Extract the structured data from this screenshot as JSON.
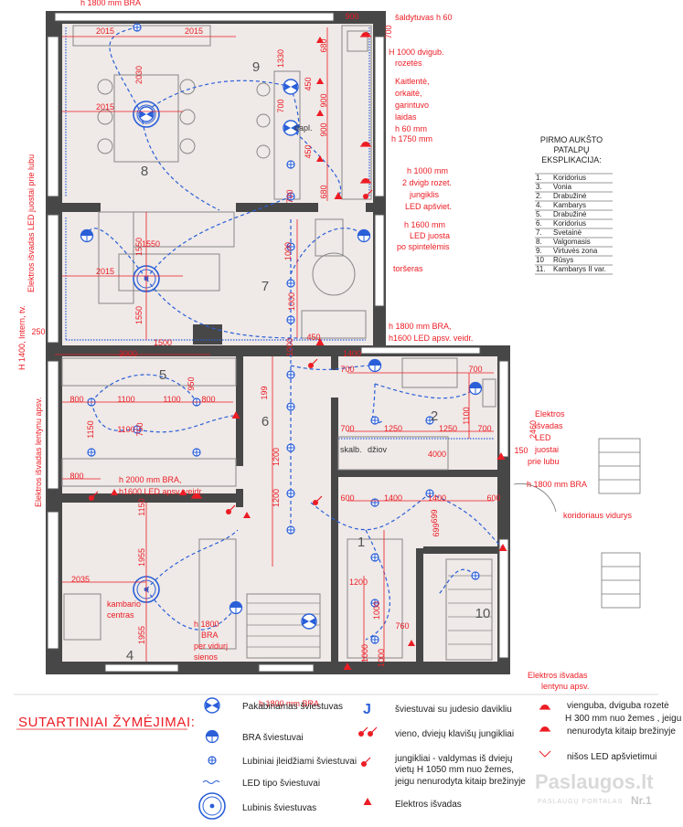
{
  "plan": {
    "room_numbers": [
      "9",
      "8",
      "7",
      "5",
      "6",
      "2",
      "1",
      "4",
      "10"
    ],
    "legend_title_lines": [
      "PIRMO AUKŠTO",
      "PATALPŲ",
      "EKSPLIKACIJA:"
    ],
    "rooms_list": [
      {
        "no": "1.",
        "name": "Koridorius"
      },
      {
        "no": "3.",
        "name": "Vonia"
      },
      {
        "no": "2.",
        "name": "Drabužinė"
      },
      {
        "no": "4.",
        "name": "Kambarys"
      },
      {
        "no": "5.",
        "name": "Drabužinė"
      },
      {
        "no": "6.",
        "name": "Koridorius"
      },
      {
        "no": "7.",
        "name": "Svetainė"
      },
      {
        "no": "8.",
        "name": "Valgomasis"
      },
      {
        "no": "9.",
        "name": "Virtuvės zona"
      },
      {
        "no": "10",
        "name": "Rūsys"
      },
      {
        "no": "11.",
        "name": "Kambarys II var."
      }
    ],
    "red_notes": [
      "h 1800 mm BRA",
      "šaldytuvas h 60",
      "H 1000 dvigub.",
      "rozetės",
      "Kaitlentė,",
      "orkaitė,",
      "garintuvo",
      "laidas",
      "h 60 mm",
      "h 1750 mm",
      "h 1000 mm",
      "2 dvigb rozet.",
      "jungiklis",
      "LED apšviet.",
      "h 1600 mm",
      "LED juosta",
      "po spintelėmis",
      "toršeras",
      "h 1800 mm BRA,",
      "h1600 LED apsv. veidr.",
      "Elektros",
      "išvadas",
      "LED",
      "juostai",
      "prie lubu",
      "h 1800 mm BRA",
      "koridoriaus vidurys",
      "Elektros išvadas",
      "lentynu apsv.",
      "h 2000 mm BRA,",
      "h1600 LED apsv. veidr.",
      "kambario",
      "centras",
      "h 1800",
      "BRA",
      "per vidurį",
      "sienos",
      "h 1800 mm BRA",
      "Elektros išvadas LED juostai prie lubu",
      "H 1400, Intern, tv.",
      "Elektros išvadas lentynu apsv."
    ],
    "dimensions": [
      "2015",
      "2015",
      "2030",
      "2015",
      "900",
      "700",
      "1330",
      "680",
      "450",
      "900",
      "700",
      "900",
      "450",
      "680",
      "1550",
      "2015",
      "1550",
      "1000",
      "700",
      "250",
      "3000",
      "1500",
      "1400",
      "199",
      "700",
      "700",
      "800",
      "800",
      "1100",
      "1100",
      "950",
      "800",
      "1100",
      "1150",
      "1150",
      "750",
      "1200",
      "1200",
      "700",
      "1250",
      "1250",
      "700",
      "1100",
      "2460",
      "150",
      "1400",
      "600",
      "1400",
      "600",
      "699",
      "699",
      "1955",
      "2035",
      "1955",
      "1200",
      "1000",
      "760",
      "1000",
      "1000",
      "450",
      "4000",
      "1550",
      "1000",
      "1000"
    ],
    "annotation_labels": [
      "dapl.",
      "skalb.",
      "džiov"
    ]
  },
  "legend": {
    "title": "SUTARTINIAI ŽYMĖJIMAI:",
    "items": [
      {
        "icon": "pendant-light-icon",
        "label": "Pakabinamas šviestuvas"
      },
      {
        "icon": "wall-light-icon",
        "label": "BRA šviestuvai"
      },
      {
        "icon": "recessed-light-icon",
        "label": "Lubiniai įleidžiami šviestuvai"
      },
      {
        "icon": "led-strip-icon",
        "label": "LED tipo šviestuvai"
      },
      {
        "icon": "ceiling-light-icon",
        "label": "Lubinis šviestuvas"
      },
      {
        "icon": "motion-sensor-icon",
        "label": "šviestuvai su judesio davikliu"
      },
      {
        "icon": "switch-icon",
        "label": "vieno,  dviejų klavišų jungikliai"
      },
      {
        "icon": "two-way-switch-icon",
        "label": "jungikliai  - valdymas iš dviejų"
      },
      {
        "icon": "",
        "label": "vietų    H 1050 mm nuo žemes,"
      },
      {
        "icon": "",
        "label": "jeigu nenurodyta kitaip brežinyje"
      },
      {
        "icon": "outlet-point-icon",
        "label": "Elektros išvadas"
      },
      {
        "icon": "socket-icon",
        "label": "vienguba, dviguba rozetė"
      },
      {
        "icon": "",
        "label": "H 300 mm nuo žemes , jeigu"
      },
      {
        "icon": "",
        "label": "nenurodyta kitaip brežinyje"
      },
      {
        "icon": "niche-led-icon",
        "label": "nišos LED apšvietimui"
      }
    ],
    "motion_sensor_symbol": "J"
  },
  "watermark": {
    "brand": "Paslaugos.lt",
    "tagline": "PASLAUGŲ PORTALAS",
    "rank": "Nr.1"
  },
  "colors": {
    "wall": "#474747",
    "floor": "#efe9e7",
    "annotation": "#ec1c24",
    "wiring": "#2a5fd8",
    "line": "#555555"
  }
}
